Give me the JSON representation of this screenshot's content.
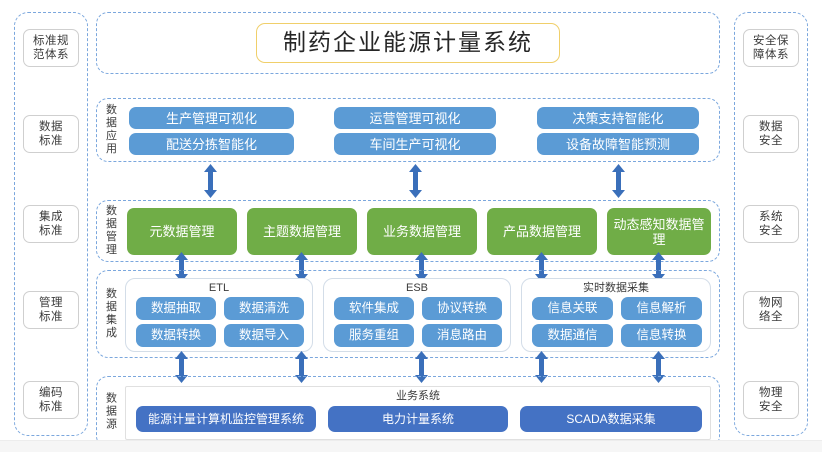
{
  "title": "制药企业能源计量系统",
  "colors": {
    "blue": "#5b9bd5",
    "green": "#70ad47",
    "navy": "#4472c4",
    "arrow": "#3a6fba",
    "dashed_border": "#7ba7dd",
    "title_border": "#f0cf6a"
  },
  "left_column": {
    "items": [
      {
        "label": "标准规范\n体系",
        "line1": "标准规",
        "line2": "范体系"
      },
      {
        "line1": "数据",
        "line2": "标准"
      },
      {
        "line1": "集成",
        "line2": "标准"
      },
      {
        "line1": "管理",
        "line2": "标准"
      },
      {
        "line1": "编码",
        "line2": "标准"
      }
    ]
  },
  "right_column": {
    "items": [
      {
        "line1": "安全保",
        "line2": "障体系"
      },
      {
        "line1": "数据",
        "line2": "安全"
      },
      {
        "line1": "系统",
        "line2": "安全"
      },
      {
        "line1": "物网",
        "line2": "络全"
      },
      {
        "line1": "物理",
        "line2": "安全"
      }
    ]
  },
  "layers": {
    "application": {
      "tag": "数据应用",
      "groups": [
        {
          "top": "生产管理可视化",
          "bottom": "配送分拣智能化"
        },
        {
          "top": "运营管理可视化",
          "bottom": "车间生产可视化"
        },
        {
          "top": "决策支持智能化",
          "bottom": "设备故障智能预测"
        }
      ]
    },
    "management": {
      "tag": "数据管理",
      "boxes": [
        "元数据管理",
        "主题数据管理",
        "业务数据管理",
        "产品数据管理",
        "动态感知数据管理"
      ]
    },
    "integration": {
      "tag": "数据集成",
      "groups": [
        {
          "title": "ETL",
          "items": [
            "数据抽取",
            "数据清洗",
            "数据转换",
            "数据导入"
          ]
        },
        {
          "title": "ESB",
          "items": [
            "软件集成",
            "协议转换",
            "服务重组",
            "消息路由"
          ]
        },
        {
          "title": "实时数据采集",
          "items": [
            "信息关联",
            "信息解析",
            "数据通信",
            "信息转换"
          ]
        }
      ]
    },
    "source": {
      "tag": "数据源",
      "group_title": "业务系统",
      "systems": [
        "能源计量计算机监控管理系统",
        "电力计量系统",
        "SCADA数据采集"
      ]
    }
  }
}
